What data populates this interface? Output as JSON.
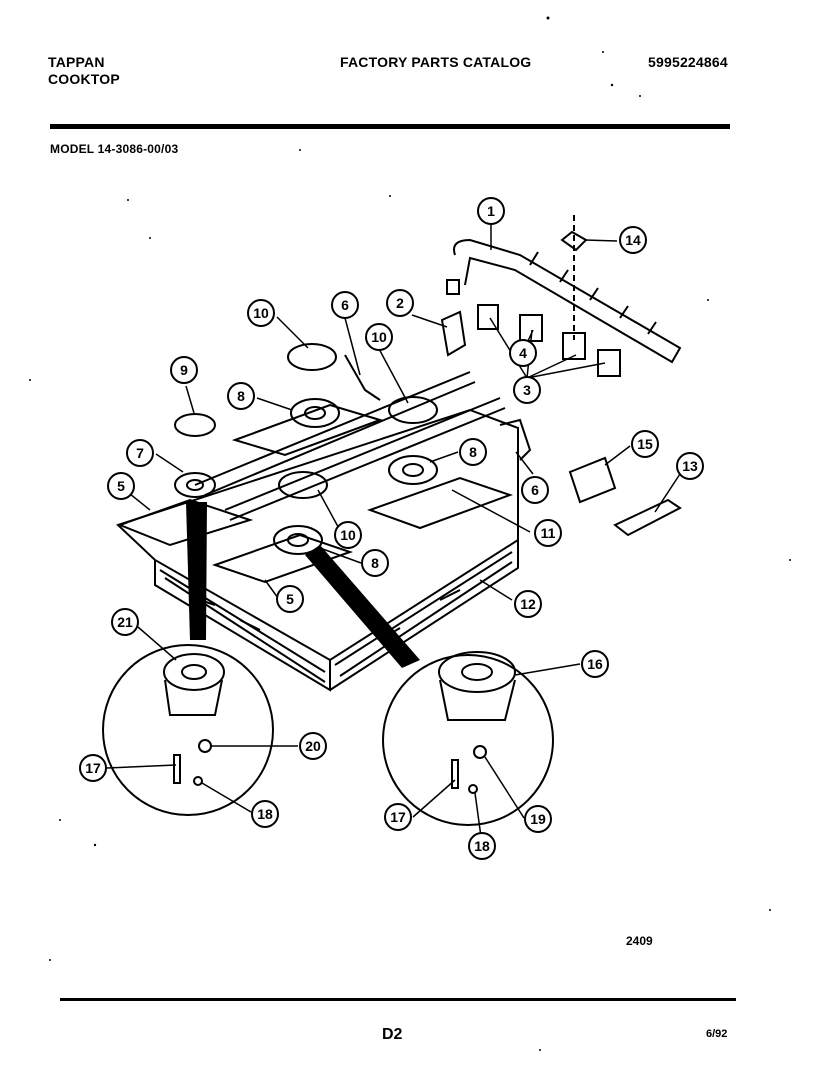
{
  "header": {
    "brand_line1": "TAPPAN",
    "brand_line2": "COOKTOP",
    "catalog_title": "FACTORY PARTS CATALOG",
    "part_number": "5995224864"
  },
  "model": "MODEL 14-3086-00/03",
  "diagram_number": "2409",
  "footer": {
    "page": "D2",
    "date": "6/92"
  },
  "callouts": [
    "1",
    "2",
    "3",
    "4",
    "5",
    "6",
    "7",
    "8",
    "9",
    "10",
    "11",
    "12",
    "13",
    "14",
    "15",
    "16",
    "17",
    "18",
    "19",
    "20",
    "21"
  ]
}
